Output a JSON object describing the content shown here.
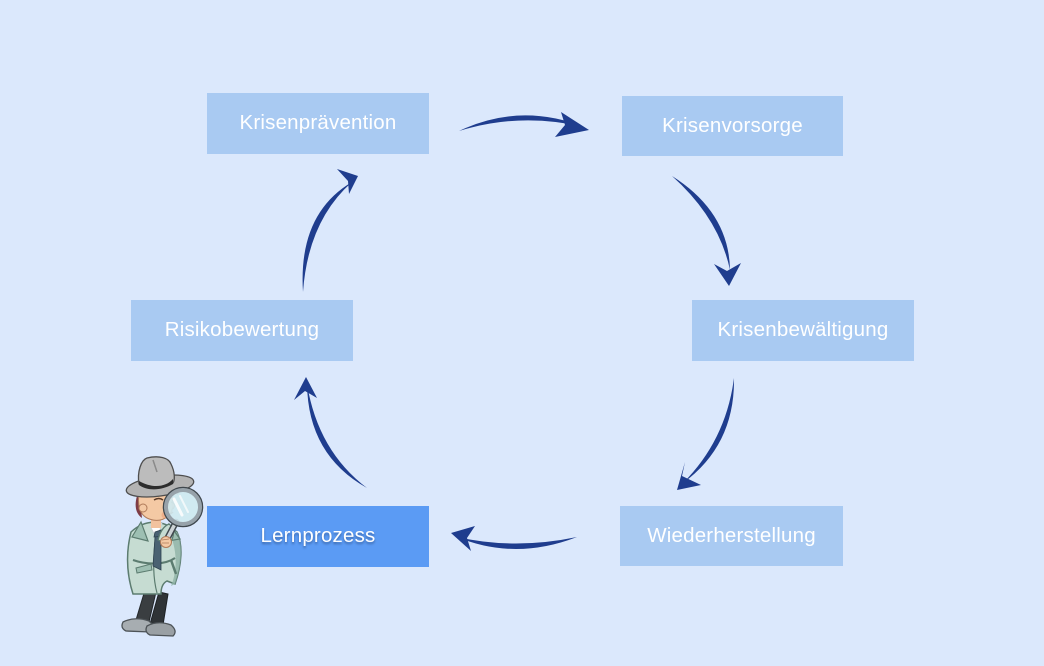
{
  "diagram": {
    "type": "cycle",
    "language": "de",
    "nodes": [
      {
        "id": "krisenpraevention",
        "label": "Krisenprävention",
        "variant": "light"
      },
      {
        "id": "krisenvorsorge",
        "label": "Krisenvorsorge",
        "variant": "light"
      },
      {
        "id": "krisenbewaeltigung",
        "label": "Krisenbewältigung",
        "variant": "light"
      },
      {
        "id": "wiederherstellung",
        "label": "Wiederherstellung",
        "variant": "light"
      },
      {
        "id": "lernprozess",
        "label": "Lernprozess",
        "variant": "active"
      },
      {
        "id": "risikobewertung",
        "label": "Risikobewertung",
        "variant": "light"
      }
    ],
    "edges": [
      {
        "from": "krisenpraevention",
        "to": "krisenvorsorge"
      },
      {
        "from": "krisenvorsorge",
        "to": "krisenbewaeltigung"
      },
      {
        "from": "krisenbewaeltigung",
        "to": "wiederherstellung"
      },
      {
        "from": "wiederherstellung",
        "to": "lernprozess"
      },
      {
        "from": "lernprozess",
        "to": "risikobewertung"
      },
      {
        "from": "risikobewertung",
        "to": "krisenpraevention"
      }
    ],
    "colors": {
      "background": "#dbe8fc",
      "node_light": "#a9caf2",
      "node_active": "#5b9bf4",
      "node_text": "#ffffff",
      "arrow": "#1f3d8e"
    }
  },
  "illustration": {
    "name": "detective-with-magnifying-glass",
    "description": "cartoon detective in trench coat and fedora looking through a magnifying glass"
  }
}
